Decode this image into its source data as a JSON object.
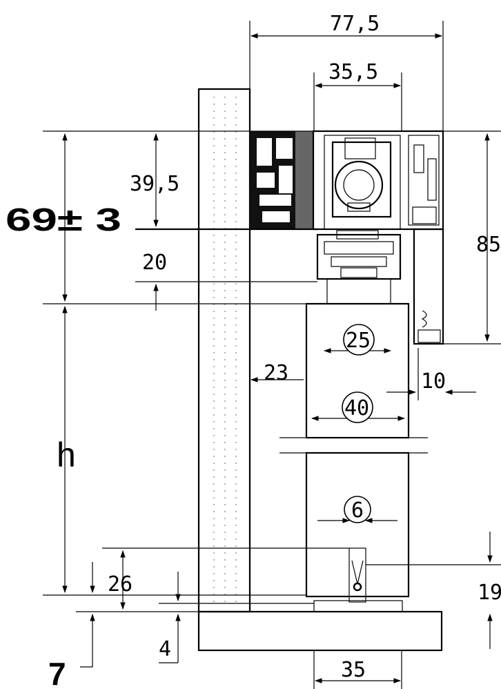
{
  "dimensions": {
    "width_total": "77,5",
    "width_inner": "35,5",
    "height_profile": "39,5",
    "height_adjust": "69± 3",
    "height_gap": "20",
    "height_rail": "85",
    "panel_offset": "23",
    "circle_top": "25",
    "circle_mid": "40",
    "circle_bottom": "6",
    "side_gap": "10",
    "height_variable": "h",
    "bottom_guide": "26",
    "floor_gap": "4",
    "floor_height": "7",
    "guide_height": "19",
    "floor_width": "35"
  },
  "colors": {
    "line": "#000000",
    "profile_fill": "#111111",
    "background": "#ffffff"
  }
}
